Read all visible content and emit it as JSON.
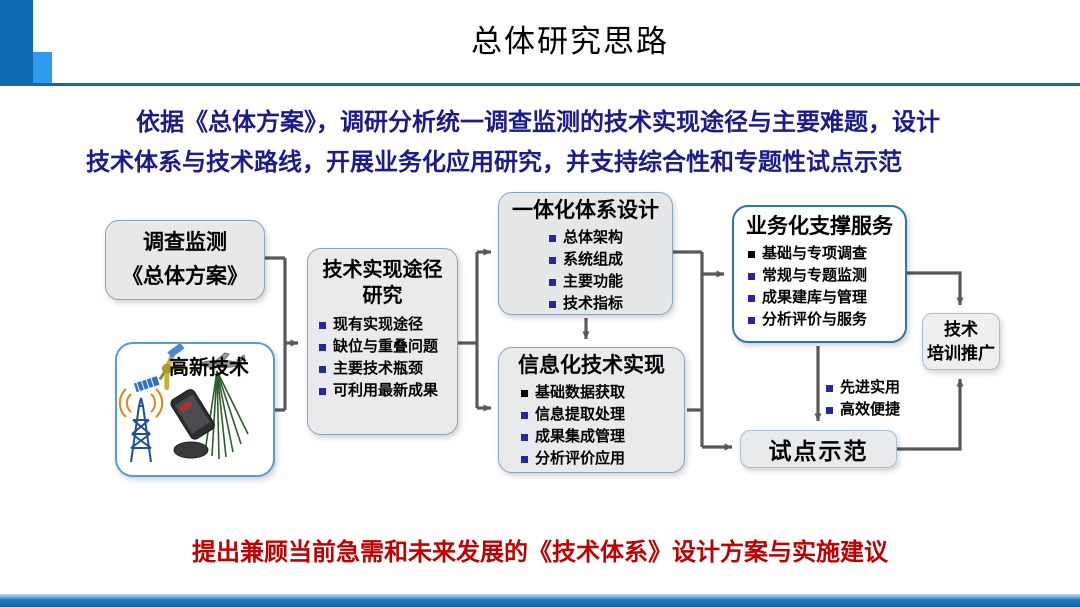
{
  "slide": {
    "title": "总体研究思路",
    "intro_line1": "依据《总体方案》，调研分析统一调查监测的技术实现途径与主要难题，设计",
    "intro_line2": "技术体系与技术路线，开展业务化应用研究，并支持综合性和专题性试点示范",
    "conclusion": "提出兼顾当前急需和未来发展的《技术体系》设计方案与实施建议"
  },
  "boxes": {
    "survey_plan": {
      "line1": "调查监测",
      "line2": "《总体方案》"
    },
    "high_tech": {
      "title": "高新技术"
    },
    "pathway": {
      "title_line1": "技术实现途径",
      "title_line2": "研究",
      "bullets": [
        "现有实现途径",
        "缺位与重叠问题",
        "主要技术瓶颈",
        "可利用最新成果"
      ]
    },
    "integrated": {
      "title": "一体化体系设计",
      "bullets": [
        "总体架构",
        "系统组成",
        "主要功能",
        "技术指标"
      ]
    },
    "informatization": {
      "title": "信息化技术实现",
      "bullets": [
        "基础数据获取",
        "信息提取处理",
        "成果集成管理",
        "分析评价应用"
      ]
    },
    "operational": {
      "title": "业务化支撑服务",
      "bullets": [
        "基础与专项调查",
        "常规与专题监测",
        "成果建库与管理",
        "分析评价与服务"
      ]
    },
    "training": {
      "line1": "技术",
      "line2": "培训推广"
    },
    "pilot": {
      "title": "试点示范"
    },
    "pilot_notes": [
      "先进实用",
      "高效便捷"
    ]
  },
  "icons": {
    "high_tech_images": [
      "satellite-icon",
      "aircraft-lidar-icon",
      "radio-tower-icon",
      "smartphone-icon",
      "receiver-icon"
    ]
  },
  "colors": {
    "header_dark_blue": "#0D68B1",
    "header_light_blue": "#2E9BEF",
    "header_rule": "#1368AE",
    "intro_text": "#1B1B8E",
    "conclusion_red": "#C00000",
    "connector_gray": "#595959",
    "box_border_steel": "#8CA3BE",
    "box_border_blue": "#2E75B6",
    "bullet_navy": "#2626A0",
    "box_fill_gray": "#E9EAEC"
  }
}
